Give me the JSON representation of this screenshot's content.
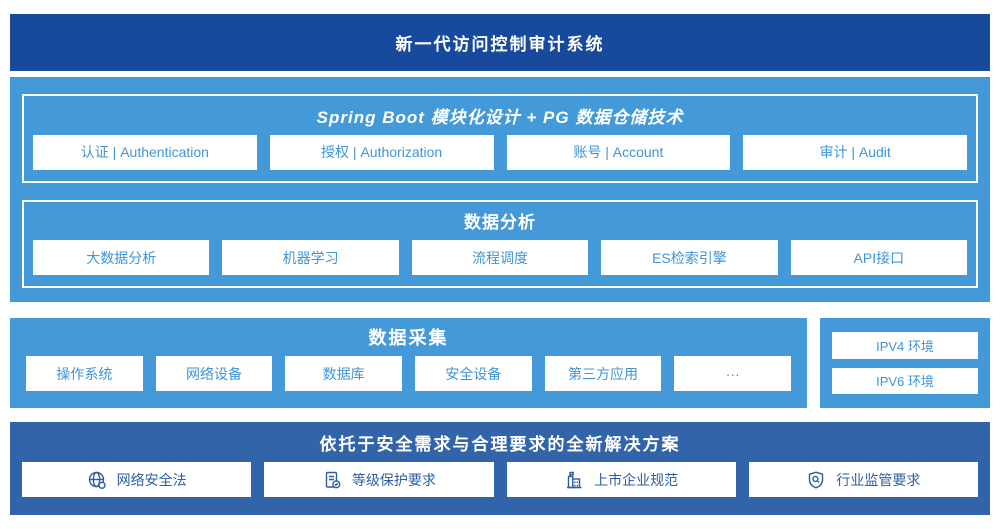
{
  "banner": {
    "title": "新一代访问控制审计系统"
  },
  "platform": {
    "modules_section": {
      "title": "Spring Boot 模块化设计 + PG 数据仓储技术",
      "items": [
        "认证 | Authentication",
        "授权 | Authorization",
        "账号 | Account",
        "审计 | Audit"
      ]
    },
    "analysis_section": {
      "title": "数据分析",
      "items": [
        "大数据分析",
        "机器学习",
        "流程调度",
        "ES检索引擎",
        "API接口"
      ]
    }
  },
  "collection": {
    "title": "数据采集",
    "items": [
      "操作系统",
      "网络设备",
      "数据库",
      "安全设备",
      "第三方应用",
      "···"
    ]
  },
  "environments": {
    "items": [
      "IPV4 环境",
      "IPV6 环境"
    ]
  },
  "solution": {
    "title": "依托于安全需求与合理要求的全新解决方案",
    "items": [
      {
        "icon": "globe-icon",
        "label": "网络安全法"
      },
      {
        "icon": "document-check-icon",
        "label": "等级保护要求"
      },
      {
        "icon": "buildings-icon",
        "label": "上市企业规范"
      },
      {
        "icon": "shield-search-icon",
        "label": "行业监管要求"
      }
    ]
  },
  "colors": {
    "banner_bg": "#17499D",
    "sky_blue": "#4499D8",
    "solution_bg": "#3164A8",
    "sky_text": "#3E95D7",
    "solution_text": "#2C5EA1"
  }
}
